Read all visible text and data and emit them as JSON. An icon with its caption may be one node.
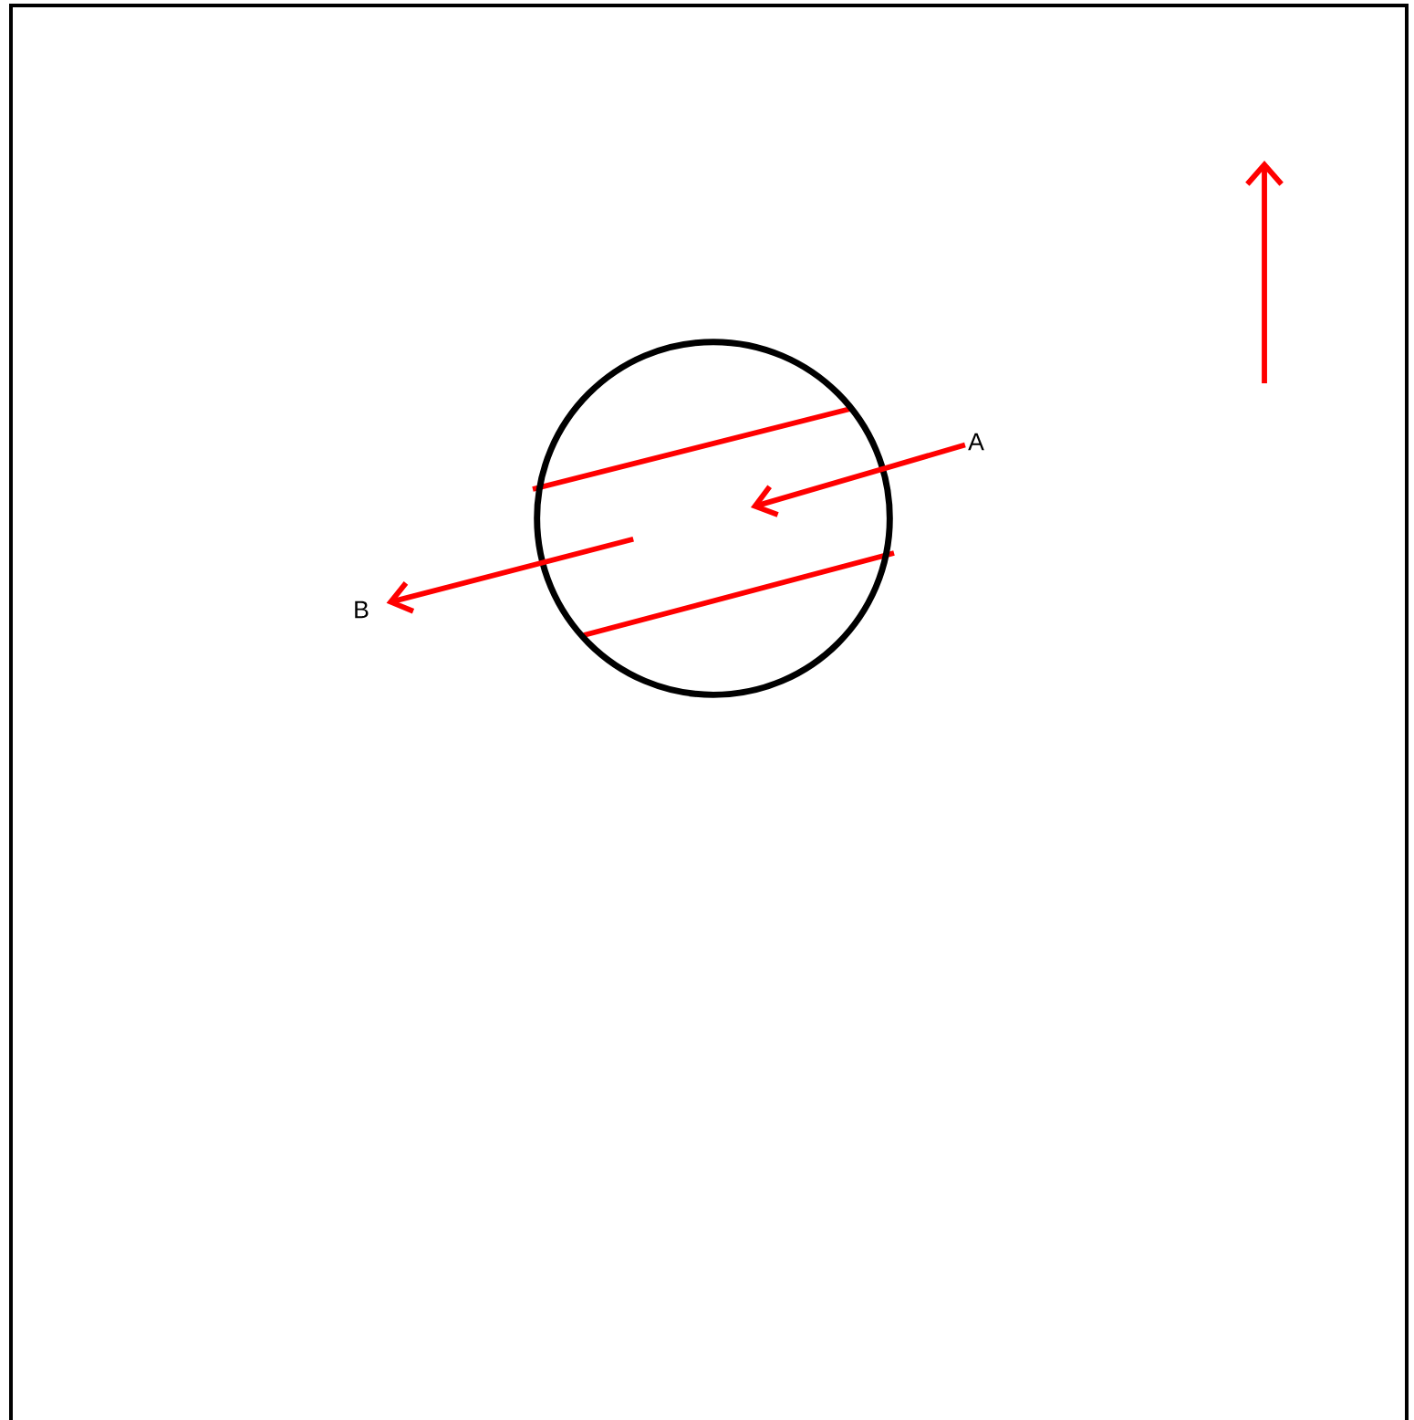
{
  "diagram": {
    "nodes": [
      {
        "text": [
          "A"
        ]
      },
      {
        "text": [
          "B"
        ]
      },
      {
        "text": [],
        "shape": "circle"
      }
    ],
    "edges": [
      {
        "from": 0,
        "to": 2,
        "arrow": "to",
        "color": "#ff0000"
      },
      {
        "from": 2,
        "to": 1,
        "arrow": "to",
        "color": "#ff0000"
      }
    ]
  }
}
